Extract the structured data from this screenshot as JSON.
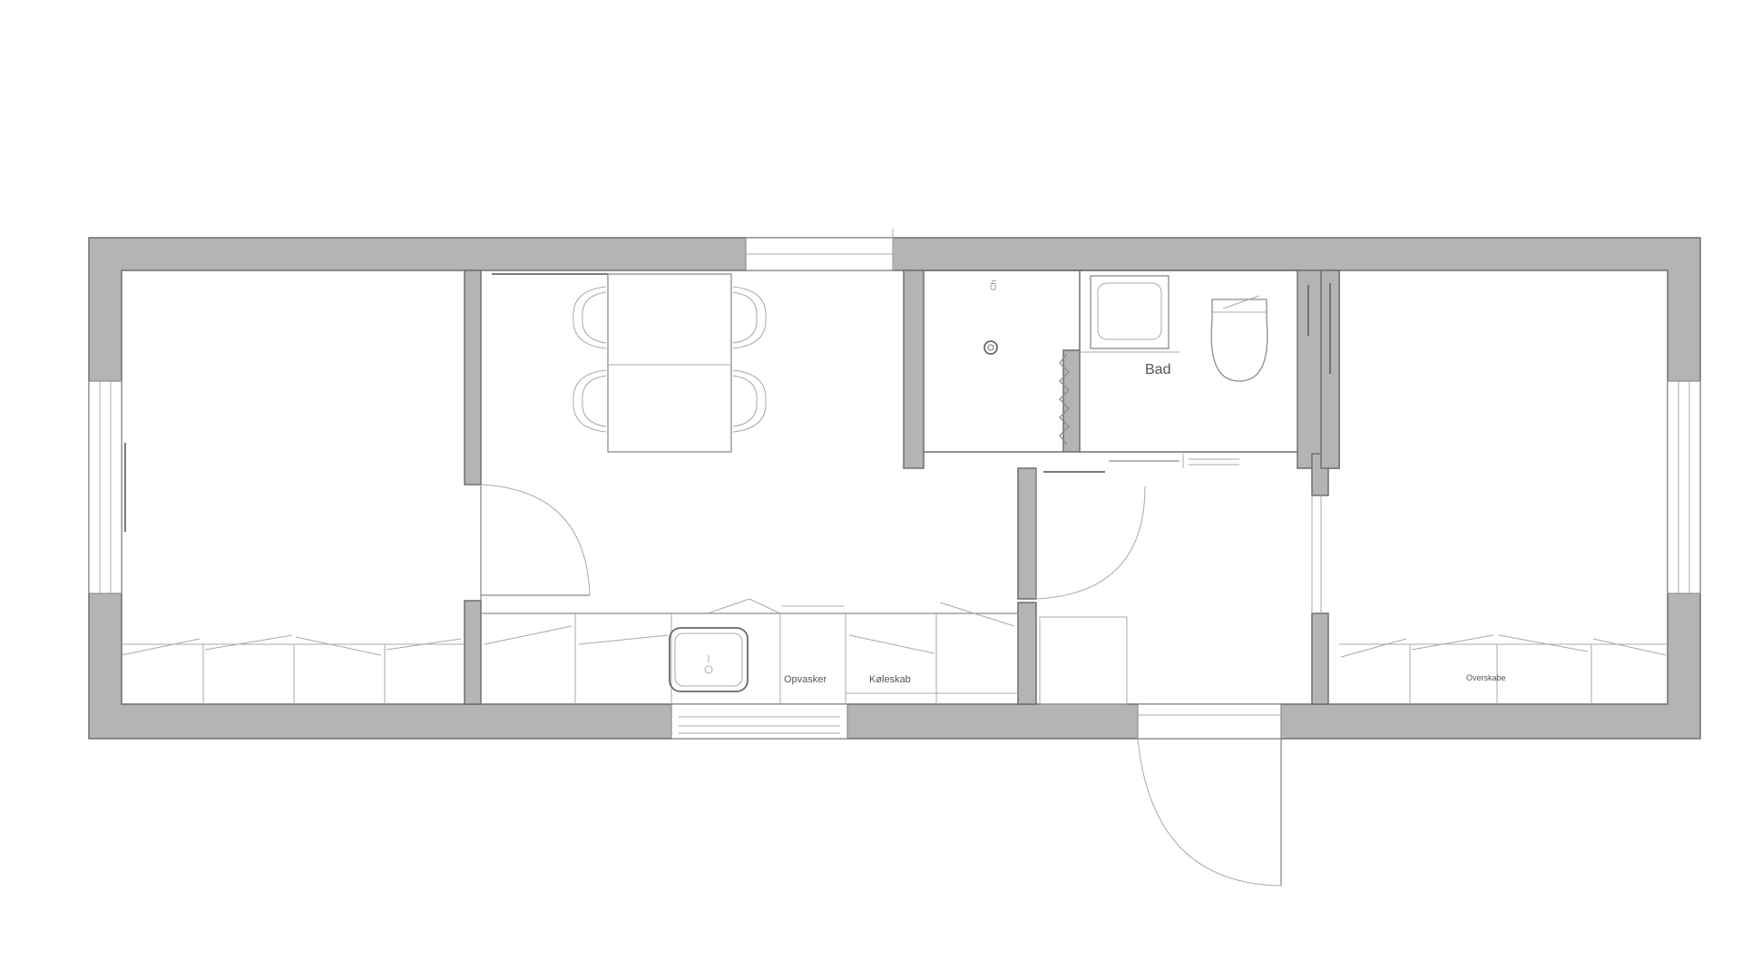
{
  "diagram": {
    "type": "floor-plan",
    "colors": {
      "wall": "#b4b4b4",
      "outline": "#6e6e6e",
      "fixture": "#a8a8a8",
      "background": "#ffffff"
    },
    "labels": {
      "bathroom": "Bad",
      "dishwasher": "Opvasker",
      "fridge": "Køleskab",
      "wardrobe": "Overskabe",
      "shower": "Ch"
    },
    "rooms": [
      "living-room",
      "kitchen-dining",
      "shower-room",
      "bathroom",
      "entrance-hall",
      "bedroom"
    ],
    "fixtures": [
      "dining-table",
      "dining-chairs",
      "kitchen-sink",
      "wc",
      "bathroom-basin",
      "shower-drain",
      "front-door",
      "interior-door",
      "hall-door"
    ]
  }
}
